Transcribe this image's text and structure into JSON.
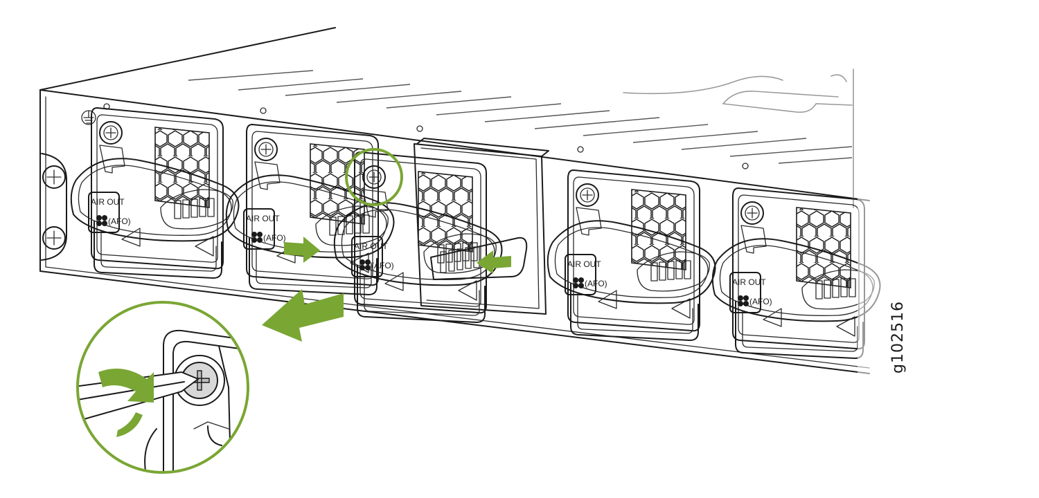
{
  "figure_id": "g102516",
  "fan_module_label": {
    "line1": "AIR OUT",
    "line2": "(AFO)"
  },
  "fan_module_count": 5,
  "highlighted_module_index": 2,
  "colors": {
    "accent_green": "#7aa634",
    "line_black": "#1a1a1a",
    "faint_gray": "#9a9a9a"
  },
  "icons": {
    "ground": "ground-symbol-icon",
    "fan": "fan-icon",
    "captive_screw": "phillips-captive-screw-icon",
    "rotation": "counterclockwise-rotation-arrow-icon",
    "pull": "pull-out-arrow-icon",
    "squeeze": "squeeze-arrow-icon",
    "screwdriver": "screwdriver-icon"
  }
}
